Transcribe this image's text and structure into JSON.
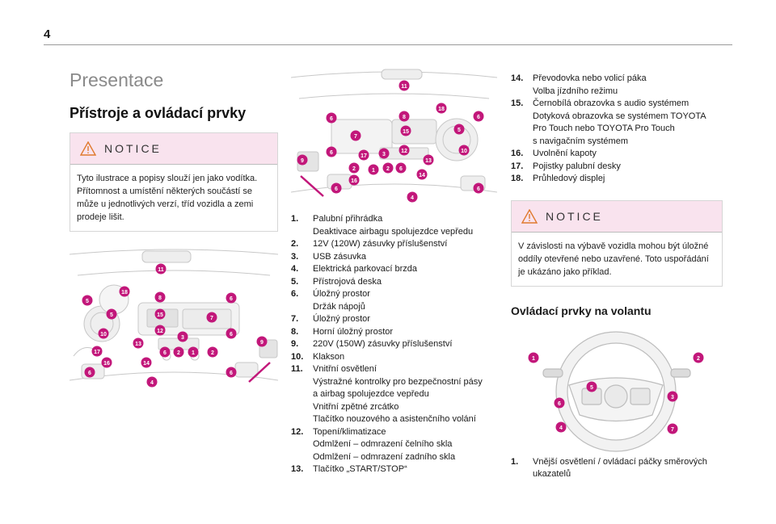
{
  "page_number": "4",
  "section_title": "Presentace",
  "subtitle": "Přístroje a ovládací prvky",
  "notice_label": "NOTICE",
  "notice1_text": "Tyto ilustrace a popisy slouží jen jako vodítka. Přítomnost a umístění některých součástí se může u jednotlivých verzí, tříd vozidla a zemi prodeje lišit.",
  "items_a": [
    {
      "num": "1.",
      "lines": [
        "Palubní přihrádka",
        "Deaktivace airbagu spolujezdce vepředu"
      ]
    },
    {
      "num": "2.",
      "lines": [
        "12V (120W) zásuvky příslušenství"
      ]
    },
    {
      "num": "3.",
      "lines": [
        "USB zásuvka"
      ]
    },
    {
      "num": "4.",
      "lines": [
        "Elektrická parkovací brzda"
      ]
    },
    {
      "num": "5.",
      "lines": [
        "Přístrojová deska"
      ]
    },
    {
      "num": "6.",
      "lines": [
        "Úložný prostor",
        "Držák nápojů"
      ]
    },
    {
      "num": "7.",
      "lines": [
        "Úložný prostor"
      ]
    },
    {
      "num": "8.",
      "lines": [
        "Horní úložný prostor"
      ]
    },
    {
      "num": "9.",
      "lines": [
        "220V (150W) zásuvky příslušenství"
      ]
    },
    {
      "num": "10.",
      "lines": [
        "Klakson"
      ]
    },
    {
      "num": "11.",
      "lines": [
        "Vnitřní osvětlení",
        "Výstražné kontrolky pro bezpečnostní pásy",
        "a airbag spolujezdce vepředu",
        "Vnitřní zpětné zrcátko",
        "Tlačítko nouzového a asistenčního volání"
      ]
    },
    {
      "num": "12.",
      "lines": [
        "Topení/klimatizace",
        "Odmlžení – odmrazení čelního skla",
        "Odmlžení – odmrazení zadního skla"
      ]
    },
    {
      "num": "13.",
      "lines": [
        "Tlačítko „START/STOP“"
      ]
    }
  ],
  "items_b": [
    {
      "num": "14.",
      "lines": [
        "Převodovka nebo volicí páka",
        "Volba jízdního režimu"
      ]
    },
    {
      "num": "15.",
      "lines": [
        "Černobílá obrazovka s audio systémem",
        "Dotyková obrazovka se systémem TOYOTA",
        "Pro Touch nebo TOYOTA Pro Touch",
        "s navigačním systémem"
      ]
    },
    {
      "num": "16.",
      "lines": [
        "Uvolnění kapoty"
      ]
    },
    {
      "num": "17.",
      "lines": [
        "Pojistky palubní desky"
      ]
    },
    {
      "num": "18.",
      "lines": [
        "Průhledový displej"
      ]
    }
  ],
  "notice2_text": "V závislosti na výbavě vozidla mohou být úložné oddíly otevřené nebo uzavřené. Toto uspořádání je ukázáno jako příklad.",
  "steering_title": "Ovládací prvky na volantu",
  "items_c": [
    {
      "num": "1.",
      "lines": [
        "Vnější osvětlení / ovládací páčky směrových",
        "ukazatelů"
      ]
    }
  ],
  "accent_color": "#c2177a",
  "notice_bg": "#f9e3ee"
}
